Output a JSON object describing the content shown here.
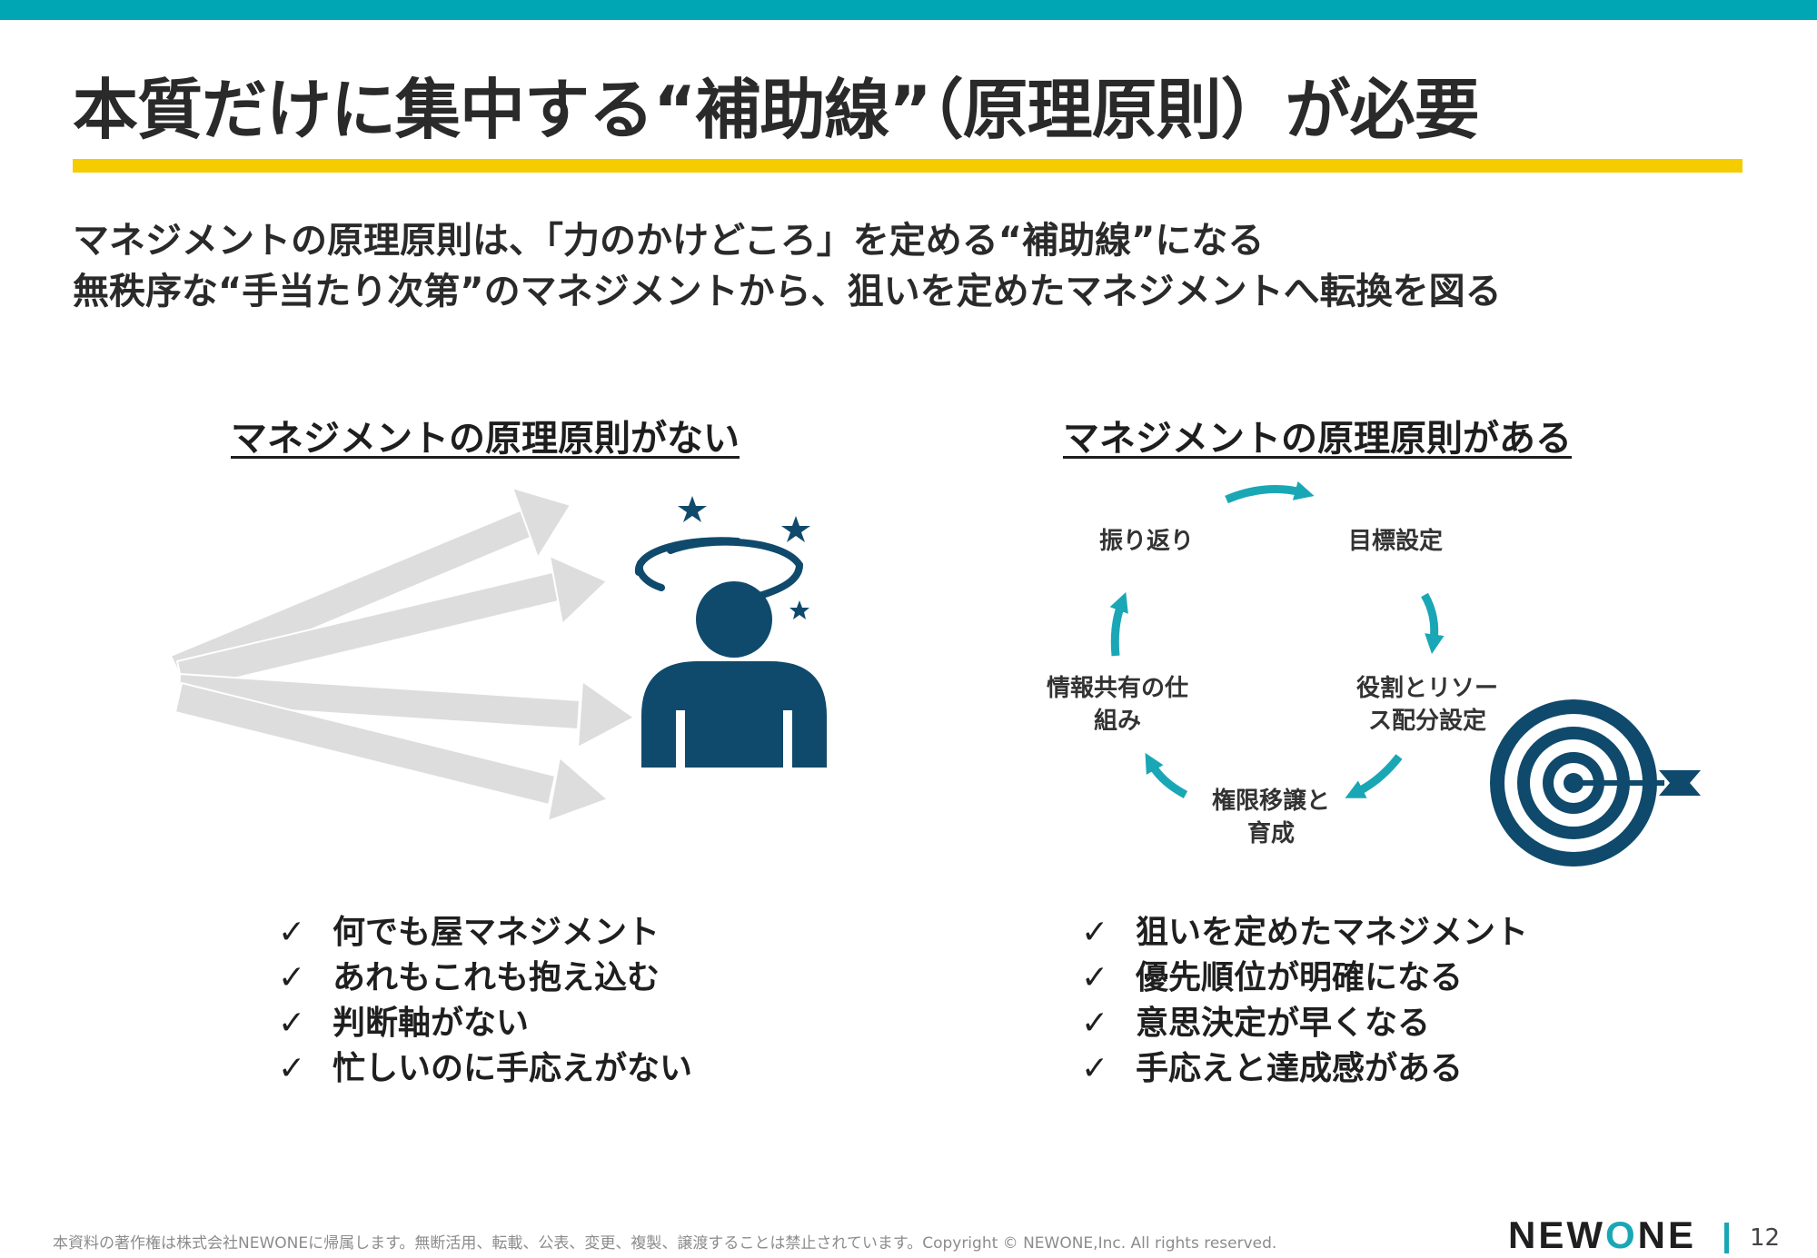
{
  "slide": {
    "title": "本質だけに集中する“補助線”（原理原則）が必要",
    "lead_lines": [
      "マネジメントの原理原則は、「力のかけどころ」を定める“補助線”になる",
      "無秩序な“手当たり次第”のマネジメントから、狙いを定めたマネジメントへ転換を図る"
    ]
  },
  "left": {
    "heading": "マネジメントの原理原則がない",
    "illustration_icon": "confused-person-icon",
    "bullets": [
      "何でも屋マネジメント",
      "あれもこれも抱え込む",
      "判断軸がない",
      "忙しいのに手応えがない"
    ]
  },
  "right": {
    "heading": "マネジメントの原理原則がある",
    "cycle": {
      "goal": "目標設定",
      "roles": [
        "役割とリソー",
        "ス配分設定"
      ],
      "delegation": [
        "権限移譲と",
        "育成"
      ],
      "sharing": [
        "情報共有の仕",
        "組み"
      ],
      "review": "振り返り"
    },
    "illustration_icon": "target-icon",
    "bullets": [
      "狙いを定めたマネジメント",
      "優先順位が明確になる",
      "意思決定が早くなる",
      "手応えと達成感がある"
    ]
  },
  "checkmark": "✓",
  "footer": {
    "copyright": "本資料の著作権は株式会社NEWONEに帰属します。無断活用、転載、公表、変更、複製、譲渡することは禁止されています。Copyright © NEWONE,Inc.  All rights reserved.",
    "logo_prefix": "NEW",
    "logo_o": "O",
    "logo_suffix": "NE",
    "page": "12"
  },
  "colors": {
    "teal": "#00a6b4",
    "yellow": "#f5cc00",
    "navy": "#0f4a6c",
    "arrow_gray": "#dcdcdc",
    "text": "#222222"
  }
}
